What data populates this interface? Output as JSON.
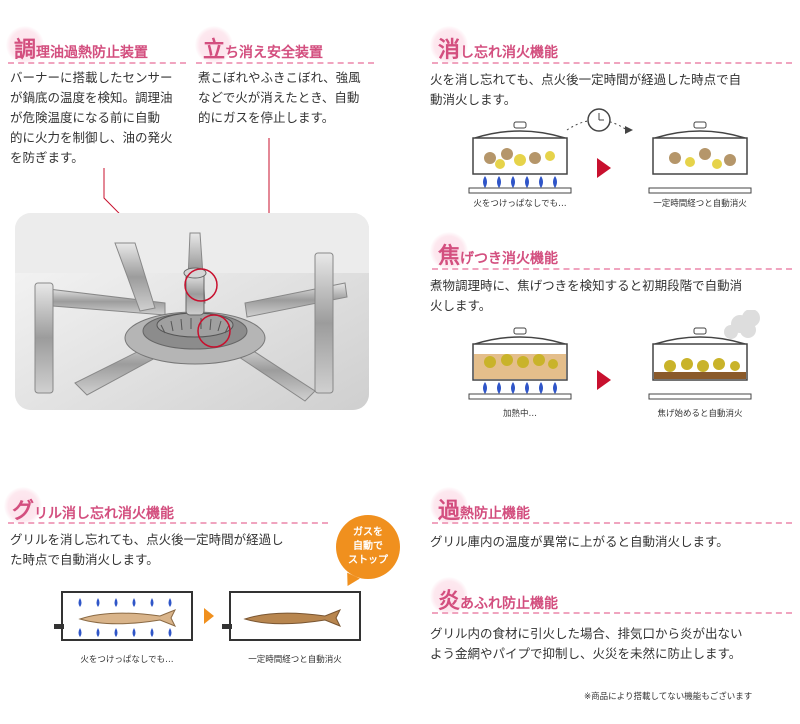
{
  "sections": {
    "chori": {
      "big": "調",
      "rest": "理油過熱防止装置",
      "body": [
        "バーナーに搭載したセンサー",
        "が鍋底の温度を検知。調理油",
        "が危険温度になる前に自動",
        "的に火力を制御し、油の発火",
        "を防ぎます。"
      ]
    },
    "tachikie": {
      "big": "立",
      "rest": "ち消え安全装置",
      "body": [
        "煮こぼれやふきこぼれ、強風",
        "などで火が消えたとき、自動",
        "的にガスを停止します。"
      ]
    },
    "keshiwasure": {
      "big": "消",
      "rest": "し忘れ消火機能",
      "body": [
        "火を消し忘れても、点火後一定時間が経過した時点で自",
        "動消火します。"
      ],
      "caption_left": "火をつけっぱなしでも…",
      "caption_right": "一定時間経つと自動消火"
    },
    "kogetsuki": {
      "big": "焦",
      "rest": "げつき消火機能",
      "body": [
        "煮物調理時に、焦げつきを検知すると初期段階で自動消",
        "火します。"
      ],
      "caption_left": "加熱中…",
      "caption_right": "焦げ始めると自動消火"
    },
    "grill": {
      "big": "グ",
      "rest": "リル消し忘れ消火機能",
      "body": [
        "グリルを消し忘れても、点火後一定時間が経過し",
        "た時点で自動消火します。"
      ],
      "caption_left": "火をつけっぱなしでも…",
      "caption_right": "一定時間経つと自動消火",
      "bubble": [
        "ガスを",
        "自動で",
        "ストップ"
      ]
    },
    "kanetsu": {
      "big": "過",
      "rest": "熱防止機能",
      "body": [
        "グリル庫内の温度が異常に上がると自動消火します。"
      ]
    },
    "honoo": {
      "big": "炎",
      "rest": "あふれ防止機能",
      "body": [
        "グリル内の食材に引火した場合、排気口から炎が出ない",
        "よう金網やパイプで抑制し、火災を未然に防止します。"
      ]
    }
  },
  "footnote": "※商品により搭載してない機能もございます",
  "colors": {
    "accent": "#d34f7f",
    "dash": "#f0a4bf",
    "arrow": "#c8102e",
    "bubble": "#f0901e",
    "flame": "#2f55c8"
  }
}
